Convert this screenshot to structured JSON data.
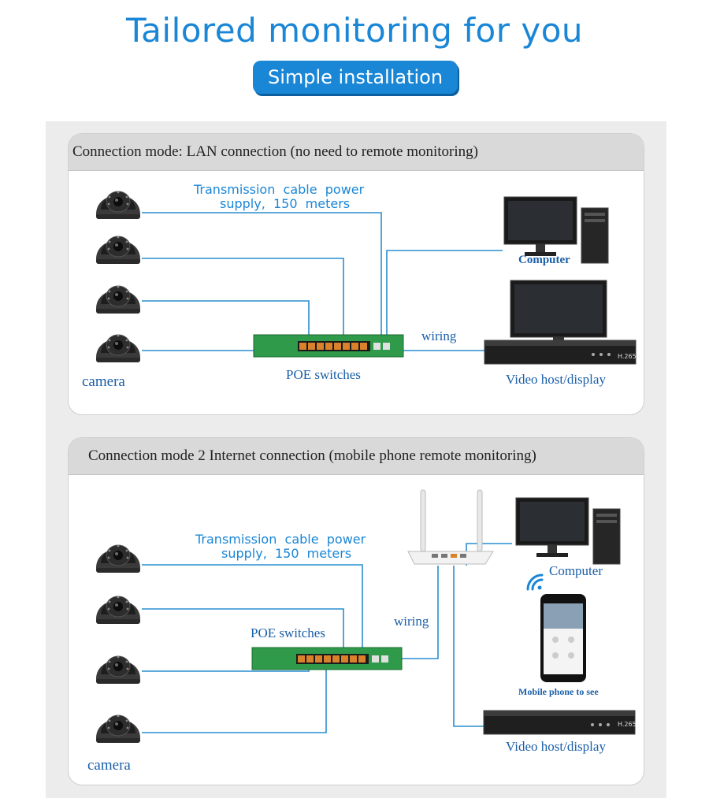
{
  "header": {
    "title": "Tailored monitoring for you",
    "subtitle": "Simple installation"
  },
  "panel1": {
    "heading": "Connection mode: LAN connection (no need to remote monitoring)",
    "cable_line1": "Transmission  cable  power",
    "cable_line2": "supply,  150  meters",
    "camera_label": "camera",
    "switch_label": "POE switches",
    "computer_label": "Computer",
    "wiring_label": "wiring",
    "nvr_label": "Video host/display"
  },
  "panel2": {
    "heading": "Connection mode 2 Internet connection (mobile phone remote monitoring)",
    "cable_line1": "Transmission  cable  power",
    "cable_line2": "supply,  150  meters",
    "switch_label": "POE switches",
    "wiring_label": "wiring",
    "computer_label": "Computer",
    "phone_label": "Mobile phone to see",
    "nvr_label": "Video host/display",
    "camera_label": "camera"
  },
  "colors": {
    "accent": "#1a86d6",
    "line": "#2a8ed0",
    "switch_green": "#2e9a4a",
    "port_orange": "#d9822b"
  },
  "device_text": {
    "nvr_badge": "H.265"
  }
}
